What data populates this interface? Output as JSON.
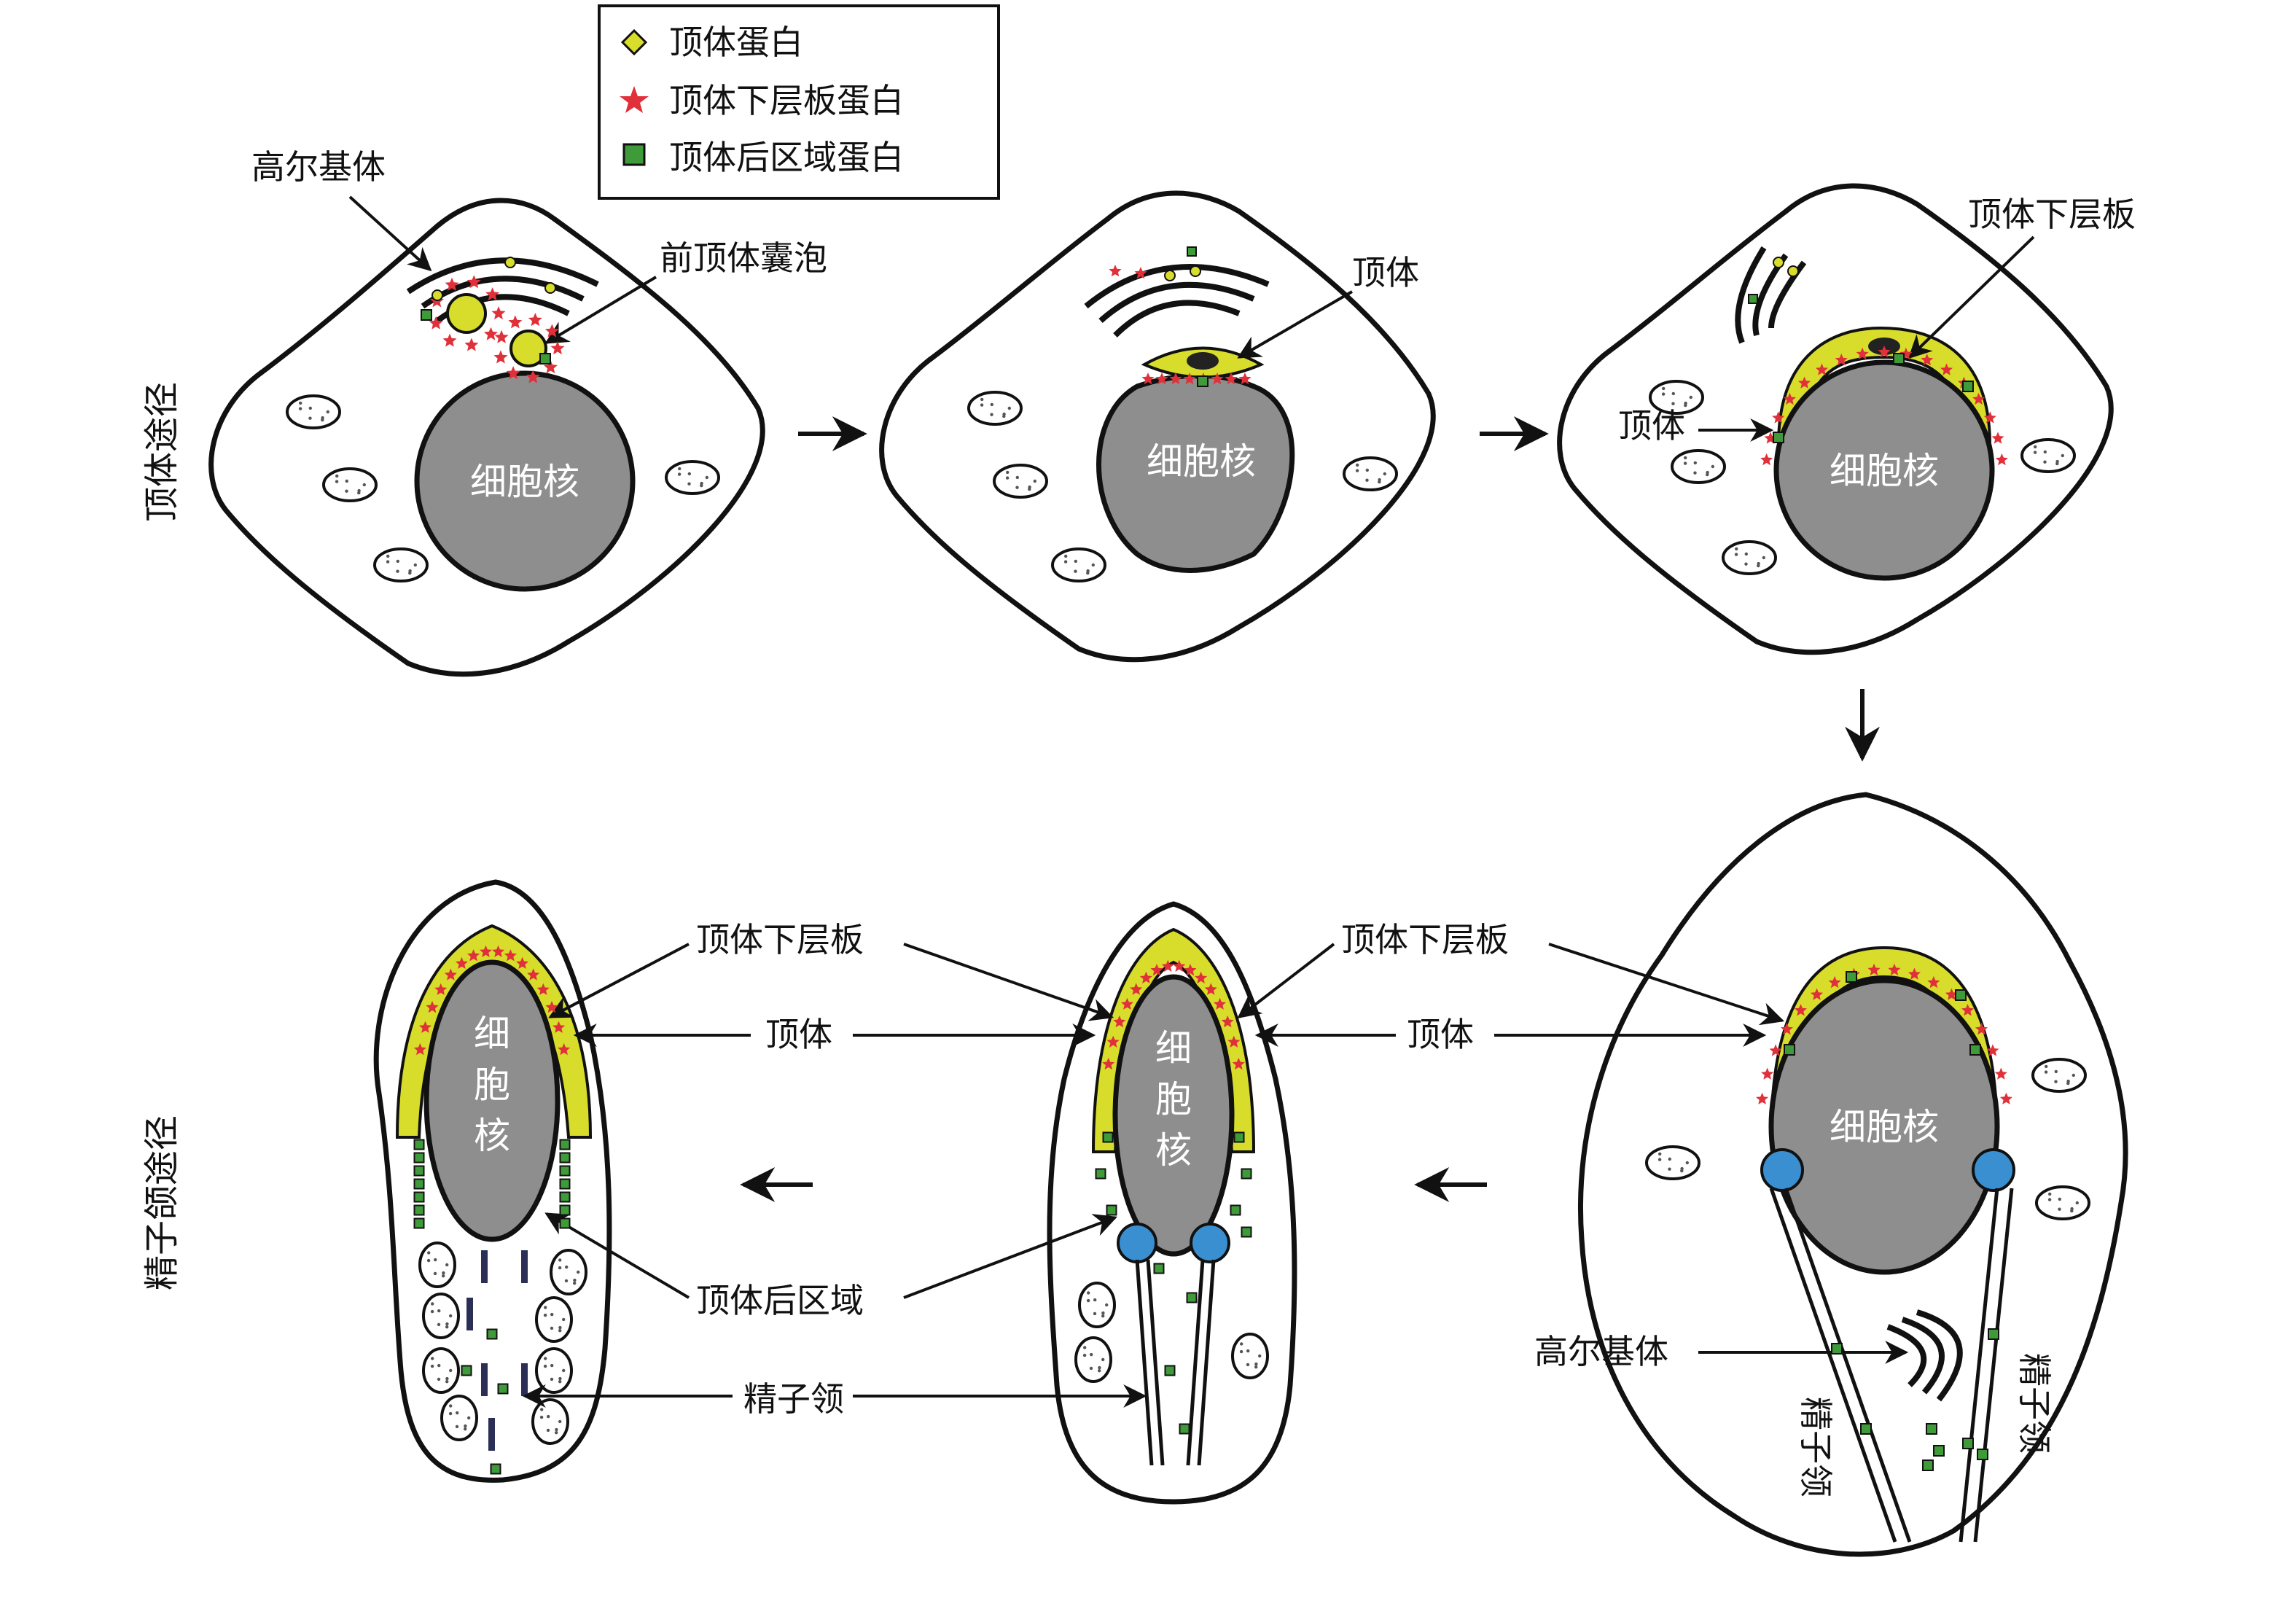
{
  "legend": {
    "items": [
      {
        "symbol": "diamond",
        "label": "顶体蛋白"
      },
      {
        "symbol": "star",
        "label": "顶体下层板蛋白"
      },
      {
        "symbol": "square",
        "label": "顶体后区域蛋白"
      }
    ]
  },
  "colors": {
    "acrosome": "#d7dd2a",
    "subacrosomal_star": "#e0303a",
    "postacrosomal": "#3f9a3a",
    "nucleus": "#8e8e8e",
    "centriole": "#3a8fd0",
    "outline": "#111111"
  },
  "rows": {
    "top_side_label": "顶体途径",
    "bottom_side_label": "精子颌途径"
  },
  "cell1": {
    "nucleus": "细胞核",
    "golgi": "高尔基体",
    "proacrosomal_vesicle": "前顶体囊泡"
  },
  "cell2": {
    "nucleus": "细胞核",
    "acrosome": "顶体"
  },
  "cell3": {
    "nucleus": "细胞核",
    "acrosome": "顶体",
    "subacrosomal_layer": "顶体下层板"
  },
  "cell4": {
    "nucleus": "细胞核",
    "golgi": "高尔基体",
    "manchette_left": "精子领",
    "manchette_right": "精子领"
  },
  "cell5": {
    "nucleus_chars": [
      "细",
      "胞",
      "核"
    ]
  },
  "cell6": {
    "nucleus_chars": [
      "细",
      "胞",
      "核"
    ]
  },
  "shared_labels": {
    "subacrosomal_left": "顶体下层板",
    "subacrosomal_right": "顶体下层板",
    "acrosome_left": "顶体",
    "acrosome_right": "顶体",
    "postacrosomal": "顶体后区域",
    "manchette": "精子领"
  }
}
